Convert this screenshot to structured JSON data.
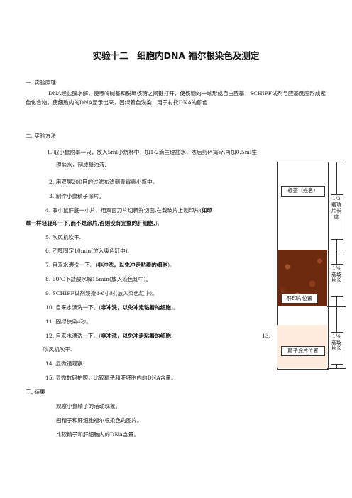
{
  "title": "实验十二　细胞内DNA 福尔根染色及测定",
  "section1": {
    "heading": "一. 实验原理",
    "body": "DNA经盐酸水解，使嘌呤碱基和脱氧核糖之间键打开，使核糖的一端形成自由醛基，SCHIFF试剂与醛基反应形成紫色化合物，使细胞内的DNA显示出来，固绿着色浅染，用于衬托DNA的颜色."
  },
  "section2": {
    "heading": "二. 实验方法",
    "step1a": "1. 取小鼠附睾一只，放入5ml小烧杯中，加1-2滴生理盐水，然后剪碎捣碎,再加0.5ml生",
    "step1b": "理盐水，制成悬浊液.",
    "step2": "2. 用双层200目的过滤布滤到青霉素小瓶中。",
    "step3": "3. 制作小鼠精子涂片。",
    "step4a": "4. 取小鼠肝脏一小片，用双面刀片切新鲜切面,在载玻片上制印片(",
    "step4a_bold": "如印",
    "step4b_bold": "章一样轻轻印一下,而不是涂片,否则没有完整的肝细胞,",
    "step4b_end": ")。",
    "step5": "5. 吹风机吹干.",
    "step6": "6. 乙醇固定10min(放入染色缸中).",
    "step7": "7. 自来水漂洗一下。(",
    "step7_bold": "非冲洗，以免冲走粘着的细胞",
    "step7_end": ")。",
    "step8": "8. 60℃下盐酸水解15min(放入染色缸中)。",
    "step9": "9. SCHIFF试剂浸染4-6小时(放入染色缸中)。",
    "step10": "10. 自来水漂洗一下。(",
    "step10_bold": "非冲洗，以免冲走粘着的细胞",
    "step10_end": ")。",
    "step11": "11. 固绿快染4秒。",
    "step12": "12. 自来水漂洗一下。(",
    "step12_bold": "非冲洗，以免冲走粘着的细胞",
    "step12_end": ")",
    "step13_num": "13.",
    "step13": "吹风机吹干.",
    "step14": "14. 显微镜观察.",
    "step15": "15. 显微数码拍照，比较精子和肝细胞内的DNA含量。"
  },
  "section3": {
    "heading": "三. 结果",
    "r1": "观察小鼠精子的活动现象。",
    "r2": "画精子和肝细胞福尔根染色的图片。",
    "r3": "比较精子和肝细胞内的DNA含量。"
  },
  "diagram": {
    "label_box": "标签（姓名）",
    "liver_label": "肝印片位置",
    "sperm_label": "精子涂片位置",
    "ruler1": "1/3载玻片长度",
    "ruler2": "1/4载玻片长",
    "ruler3": "1/4载玻片长"
  }
}
